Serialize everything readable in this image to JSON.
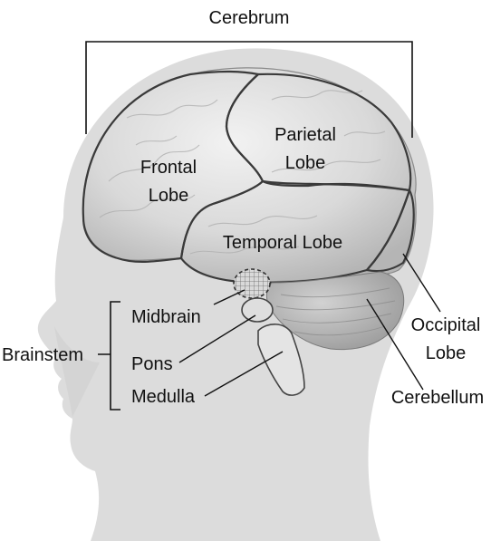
{
  "diagram": {
    "title": "Cerebrum",
    "lobes": {
      "frontal_1": "Frontal",
      "frontal_2": "Lobe",
      "parietal_1": "Parietal",
      "parietal_2": "Lobe",
      "temporal": "Temporal Lobe",
      "occipital_1": "Occipital",
      "occipital_2": "Lobe"
    },
    "cerebellum": "Cerebellum",
    "brainstem": {
      "group_label": "Brainstem",
      "parts": [
        "Midbrain",
        "Pons",
        "Medulla"
      ]
    }
  }
}
